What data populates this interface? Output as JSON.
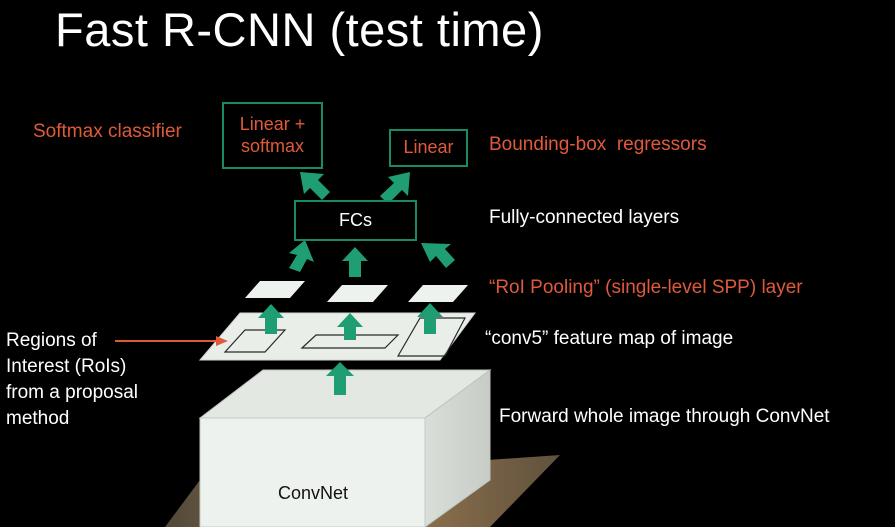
{
  "title": "Fast R-CNN (test time)",
  "labels": {
    "softmax_classifier": "Softmax classifier",
    "bbox_regressors": "Bounding-box  regressors",
    "fc_layers": "Fully-connected layers",
    "roi_pooling": "“RoI Pooling” (single-level SPP) layer",
    "conv5": "“conv5” feature map of image",
    "forward": "Forward whole image through ConvNet",
    "rois": [
      "Regions of",
      "Interest (RoIs)",
      "from a proposal",
      "method"
    ]
  },
  "boxes": {
    "linear_softmax_line1": "Linear +",
    "linear_softmax_line2": "softmax",
    "linear": "Linear",
    "fcs": "FCs",
    "convnet": "ConvNet"
  },
  "colors": {
    "accent_red": "#e05a3a",
    "arrow_green": "#1f9e74",
    "box_border": "#1a8a66",
    "background": "#000000"
  }
}
